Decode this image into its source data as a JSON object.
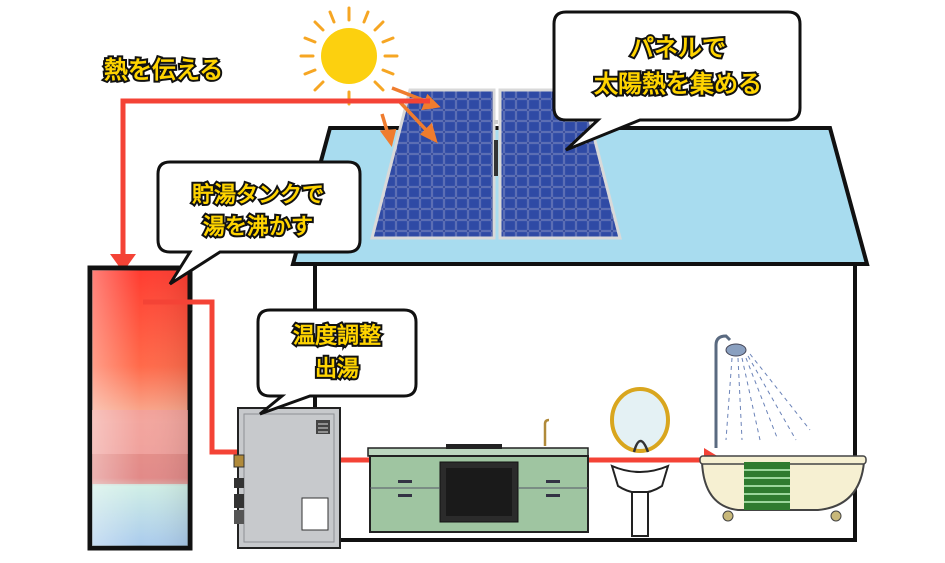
{
  "labels": {
    "heat_transfer": "熱を伝える",
    "panel_line1": "パネルで",
    "panel_line2": "太陽熱を集める",
    "tank_line1": "貯湯タンクで",
    "tank_line2": "湯を沸かす",
    "control_line1": "温度調整",
    "control_line2": "出湯"
  },
  "colors": {
    "label_fill": "#ffd400",
    "flow_arrow": "#f44336",
    "sun": "#fcd00f",
    "sun_ray": "#f6a623",
    "roof": "#a8dcef",
    "panel": "#243a8f",
    "tank_hot": "#ff4a3d",
    "tank_cold": "#a6c8f0",
    "cabinet": "#9fc5a1",
    "heater": "#c7c9cc",
    "tub": "#f6f0d2"
  }
}
